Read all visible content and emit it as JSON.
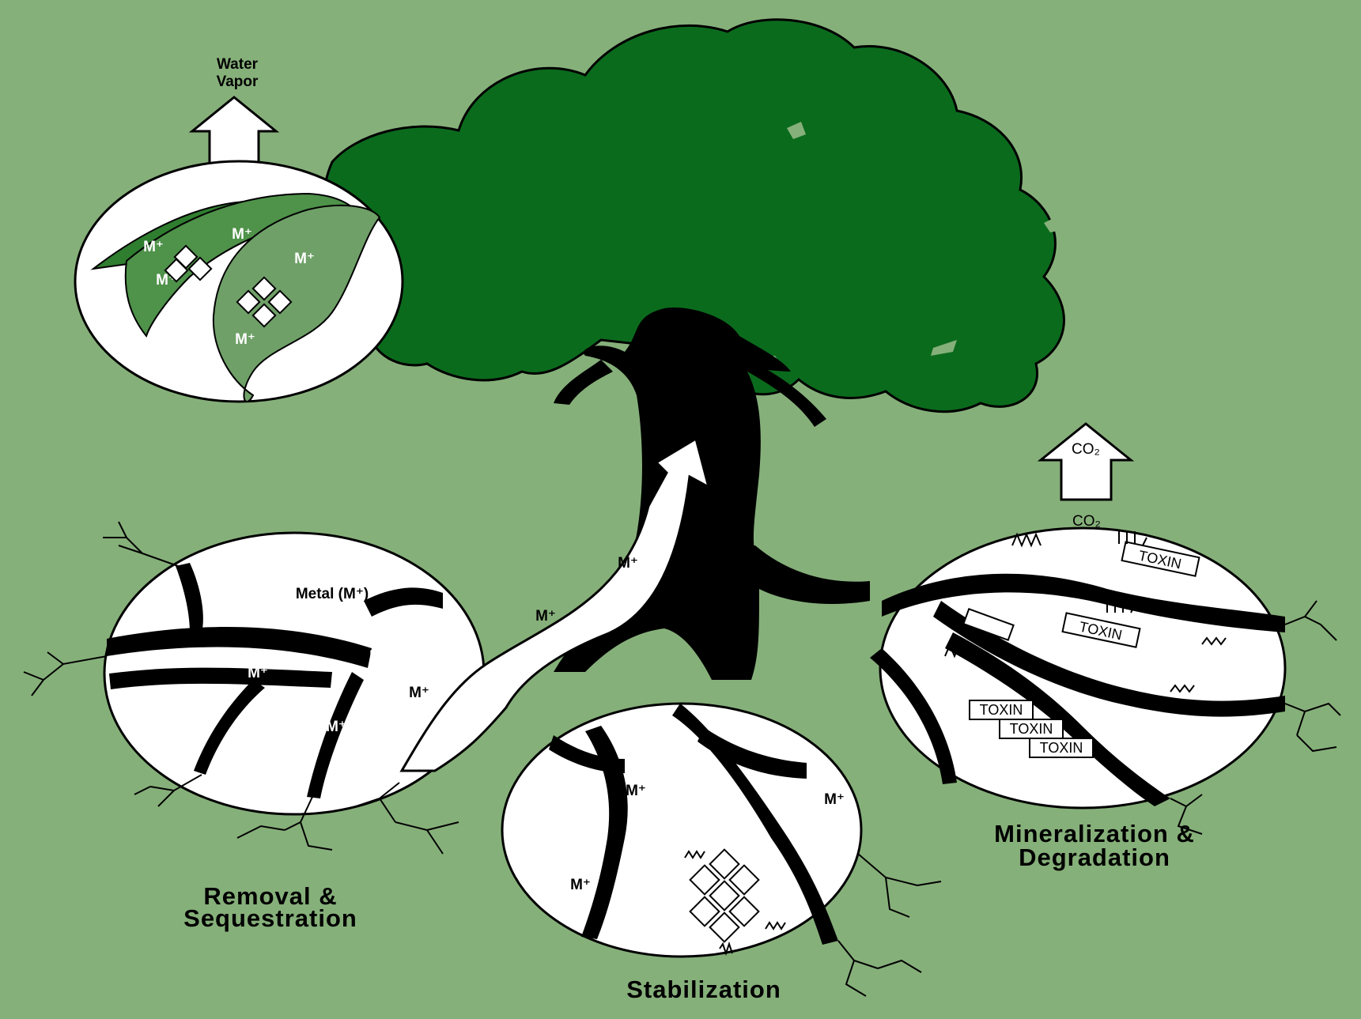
{
  "labels": {
    "water_vapor_line1": "Water",
    "water_vapor_line2": "Vapor",
    "co2_top": "CO₂",
    "co2_inner": "CO₂",
    "metal": "Metal (M⁺)",
    "removal_line1": "Removal &",
    "removal_line2": "Sequestration",
    "stabilization": "Stabilization",
    "mineralization_line1": "Mineralization &",
    "mineralization_line2": "Degradation",
    "metal_ion": "M⁺",
    "metal_short": "M",
    "toxin": "TOXIN"
  },
  "colors": {
    "background": "#86b07a",
    "canopy": "#0b6b1d",
    "leaf_dark": "#2f7d2f",
    "leaf_mid": "#4f924a",
    "leaf_light": "#6fa068",
    "trunk": "#000000",
    "circle_fill": "#ffffff"
  }
}
